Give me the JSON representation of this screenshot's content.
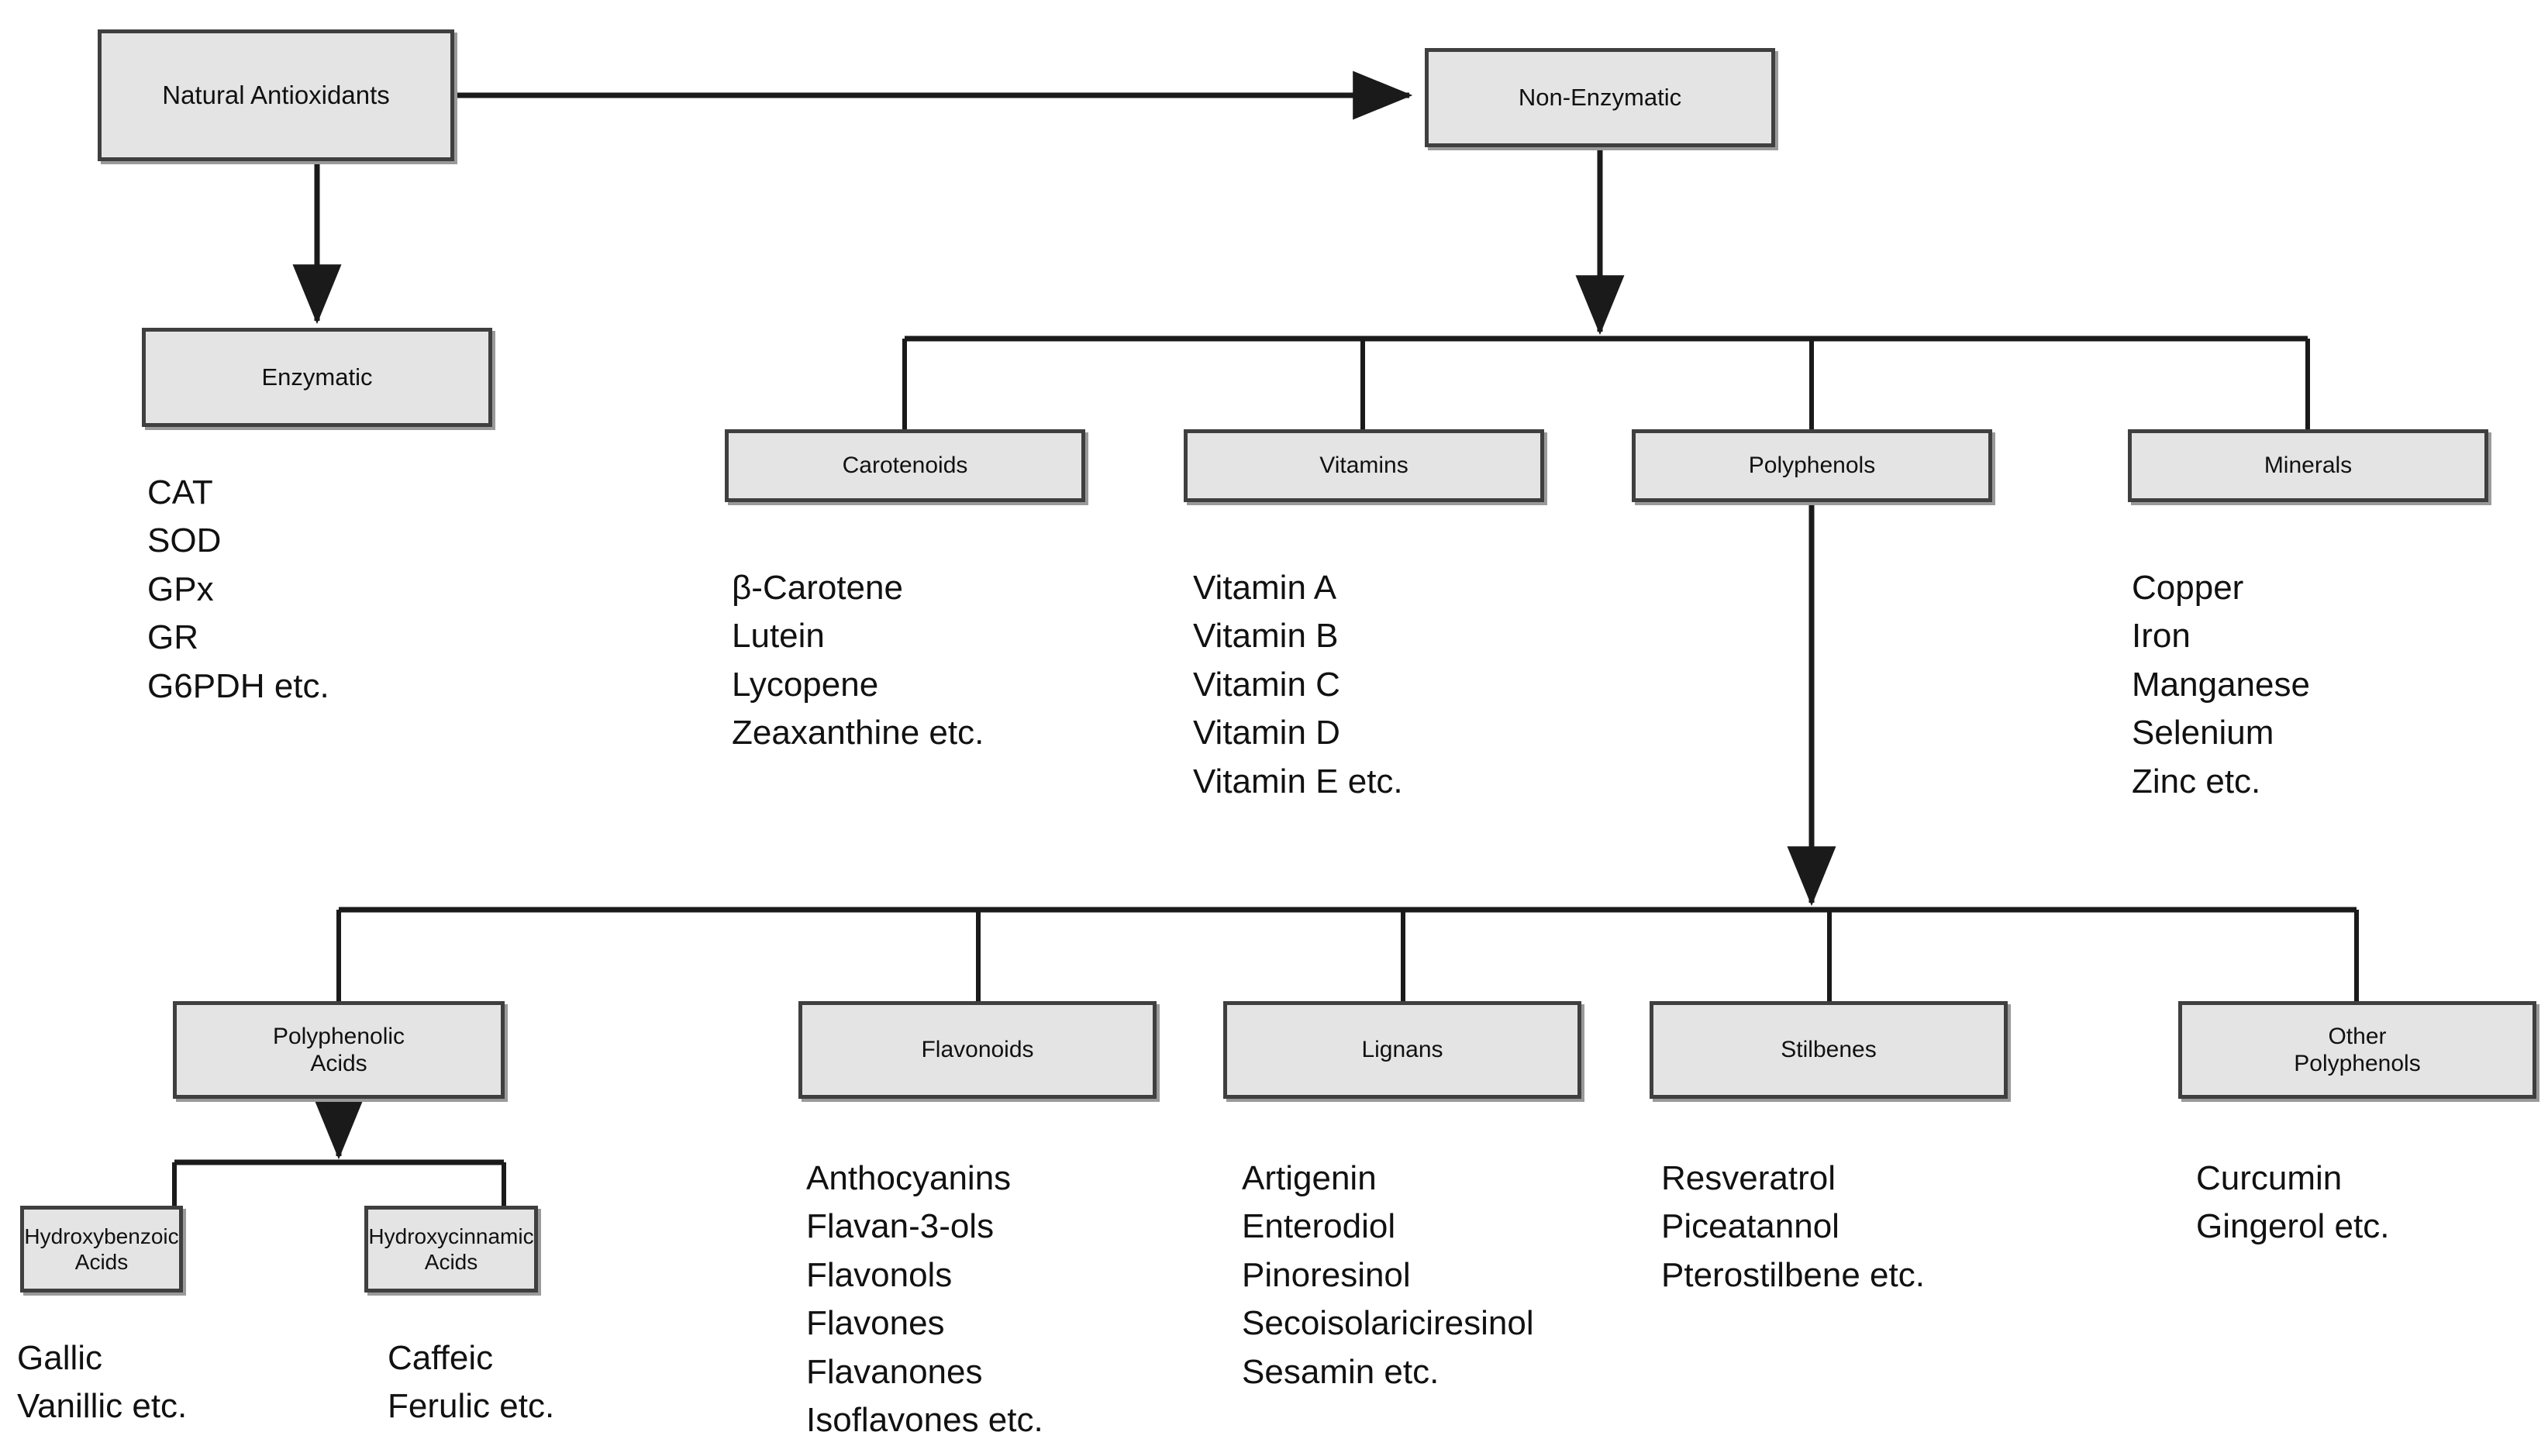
{
  "diagram": {
    "title": "Natural Antioxidants classification flowchart",
    "colors": {
      "box_fill": "#e4e4e4",
      "box_border": "#3f3f3f",
      "box_shadow": "#9a9a9a",
      "connector": "#1a1a1a",
      "text": "#111111",
      "background": "#ffffff"
    }
  },
  "nodes": {
    "root": {
      "label": "Natural Antioxidants"
    },
    "enzymatic": {
      "label": "Enzymatic"
    },
    "non_enzymatic": {
      "label": "Non-Enzymatic"
    },
    "carotenoids": {
      "label": "Carotenoids"
    },
    "vitamins": {
      "label": "Vitamins"
    },
    "polyphenols": {
      "label": "Polyphenols"
    },
    "minerals": {
      "label": "Minerals"
    },
    "polyphenolic_acids": {
      "label": "Polyphenolic\nAcids"
    },
    "flavonoids": {
      "label": "Flavonoids"
    },
    "lignans": {
      "label": "Lignans"
    },
    "stilbenes": {
      "label": "Stilbenes"
    },
    "other_polyphenols": {
      "label": "Other\nPolyphenols"
    },
    "hydroxybenzoic_acids": {
      "label": "Hydroxybenzoic\nAcids"
    },
    "hydroxycinnamic_acids": {
      "label": "Hydroxycinnamic\nAcids"
    }
  },
  "lists": {
    "enzymatic_items": "CAT\nSOD\nGPx\nGR\nG6PDH etc.",
    "carotenoids_items": "β-Carotene\nLutein\nLycopene\nZeaxanthine etc.",
    "vitamins_items": "Vitamin A\nVitamin B\nVitamin C\nVitamin D\nVitamin E etc.",
    "minerals_items": "Copper\nIron\nManganese\nSelenium\nZinc etc.",
    "flavonoids_items": "Anthocyanins\nFlavan-3-ols\nFlavonols\nFlavones\nFlavanones\nIsoflavones etc.",
    "lignans_items": "Artigenin\nEnterodiol\nPinoresinol\nSecoisolariciresinol\nSesamin etc.",
    "stilbenes_items": "Resveratrol\nPiceatannol\nPterostilbene etc.",
    "other_polyphenols_items": "Curcumin\nGingerol etc.",
    "hydroxybenzoic_items": "Gallic\nVanillic etc.",
    "hydroxycinnamic_items": "Caffeic\nFerulic etc."
  }
}
